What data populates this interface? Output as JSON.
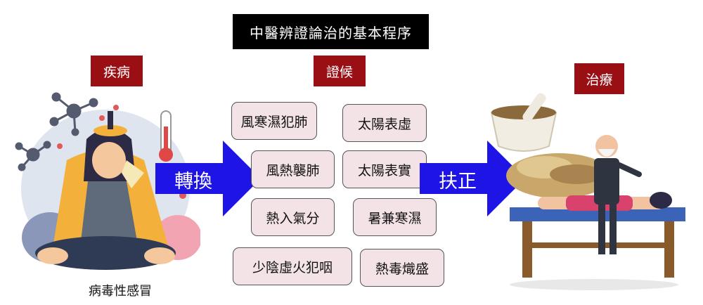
{
  "title": "中醫辨證論治的基本程序",
  "sections": {
    "disease": "疾病",
    "syndrome": "證候",
    "treatment": "治療"
  },
  "caption": "病毒性感冒",
  "arrows": {
    "first": "轉換",
    "second": "扶正"
  },
  "syndromes": [
    "風寒濕犯肺",
    "太陽表虛",
    "風熱襲肺",
    "太陽表實",
    "熱入氣分",
    "暑兼寒濕",
    "少陰虛火犯咽",
    "熱毒熾盛"
  ],
  "colors": {
    "label_bg": "#990f14",
    "arrow": "#1f14e6",
    "pill_bg": "#f3e2e6",
    "title_bg": "#000000"
  }
}
